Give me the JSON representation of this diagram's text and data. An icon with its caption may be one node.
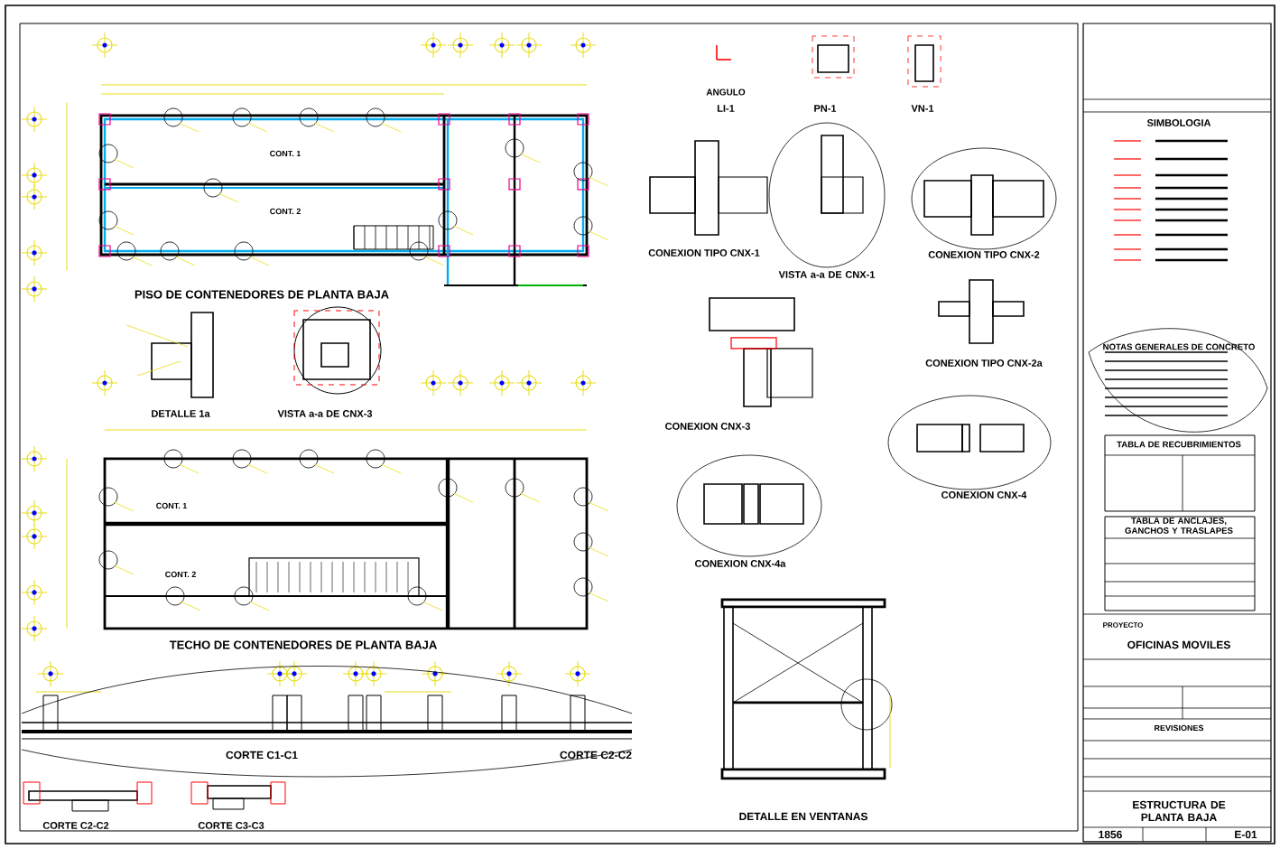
{
  "diagram": {
    "labels": [
      "PISO DE CONTENEDORES DE PLANTA BAJA",
      "CONT. 1",
      "CONT. 2",
      "DETALLE 1a",
      "VISTA a-a DE CNX-3",
      "TECHO DE CONTENEDORES DE PLANTA BAJA",
      "CONT. 1",
      "CONT. 2",
      "CORTE C1-C1",
      "CORTE C2-C2",
      "CORTE C2-C2",
      "CORTE C3-C3",
      "ANGULO",
      "LI-1",
      "PN-1",
      "VN-1",
      "CONEXION TIPO CNX-1",
      "VISTA a-a DE CNX-1",
      "CONEXION TIPO CNX-2",
      "CONEXION TIPO CNX-2a",
      "CONEXION CNX-3",
      "CONEXION CNX-4",
      "CONEXION CNX-4a",
      "DETALLE EN VENTANAS",
      "SIMBOLOGIA",
      "NOTAS GENERALES DE CONCRETO",
      "TABLA DE RECUBRIMIENTOS",
      "TABLA DE ANCLAJES, GANCHOS Y TRASLAPES",
      "PROYECTO",
      "OFICINAS MOVILES",
      "REVISIONES",
      "ESTRUCTURA DE PLANTA BAJA",
      "1856",
      "E-01"
    ]
  }
}
